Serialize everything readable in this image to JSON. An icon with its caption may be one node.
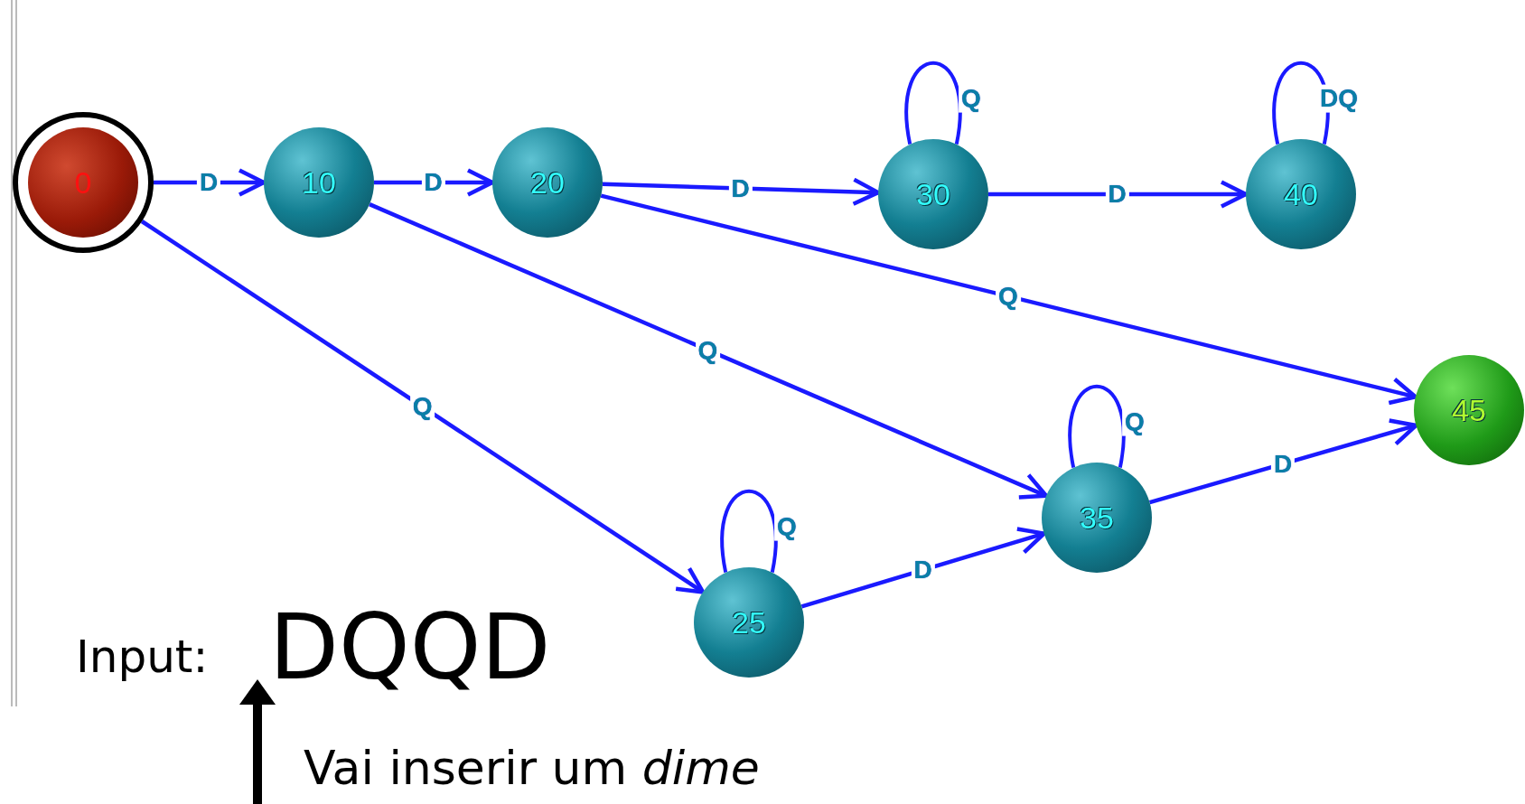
{
  "diagram": {
    "nodes": [
      {
        "text": [
          "0"
        ]
      },
      {
        "text": [
          "10"
        ]
      },
      {
        "text": [
          "20"
        ]
      },
      {
        "text": [
          "30"
        ]
      },
      {
        "text": [
          "40"
        ]
      },
      {
        "text": [
          "45"
        ]
      },
      {
        "text": [
          "35"
        ]
      },
      {
        "text": [
          "25"
        ]
      }
    ],
    "edges": [
      {
        "from": 0,
        "to": 1,
        "arrow": "to",
        "label": "D"
      },
      {
        "from": 1,
        "to": 2,
        "arrow": "to",
        "label": "D"
      },
      {
        "from": 2,
        "to": 3,
        "arrow": "to",
        "label": "D"
      },
      {
        "from": 3,
        "to": 4,
        "arrow": "to",
        "label": "D"
      },
      {
        "from": 3,
        "to": 3,
        "arrow": "none",
        "label": "Q"
      },
      {
        "from": 4,
        "to": 4,
        "arrow": "none",
        "label": "DQ"
      },
      {
        "from": 0,
        "to": 7,
        "arrow": "to",
        "label": "Q"
      },
      {
        "from": 1,
        "to": 6,
        "arrow": "to",
        "label": "Q"
      },
      {
        "from": 2,
        "to": 5,
        "arrow": "to",
        "label": "Q"
      },
      {
        "from": 7,
        "to": 7,
        "arrow": "none",
        "label": "Q"
      },
      {
        "from": 7,
        "to": 6,
        "arrow": "to",
        "label": "D"
      },
      {
        "from": 6,
        "to": 6,
        "arrow": "none",
        "label": "Q"
      },
      {
        "from": 6,
        "to": 5,
        "arrow": "to",
        "label": "D"
      }
    ],
    "labels": [
      "Input:",
      "DQQD",
      "Vai inserir um *dime*"
    ]
  }
}
